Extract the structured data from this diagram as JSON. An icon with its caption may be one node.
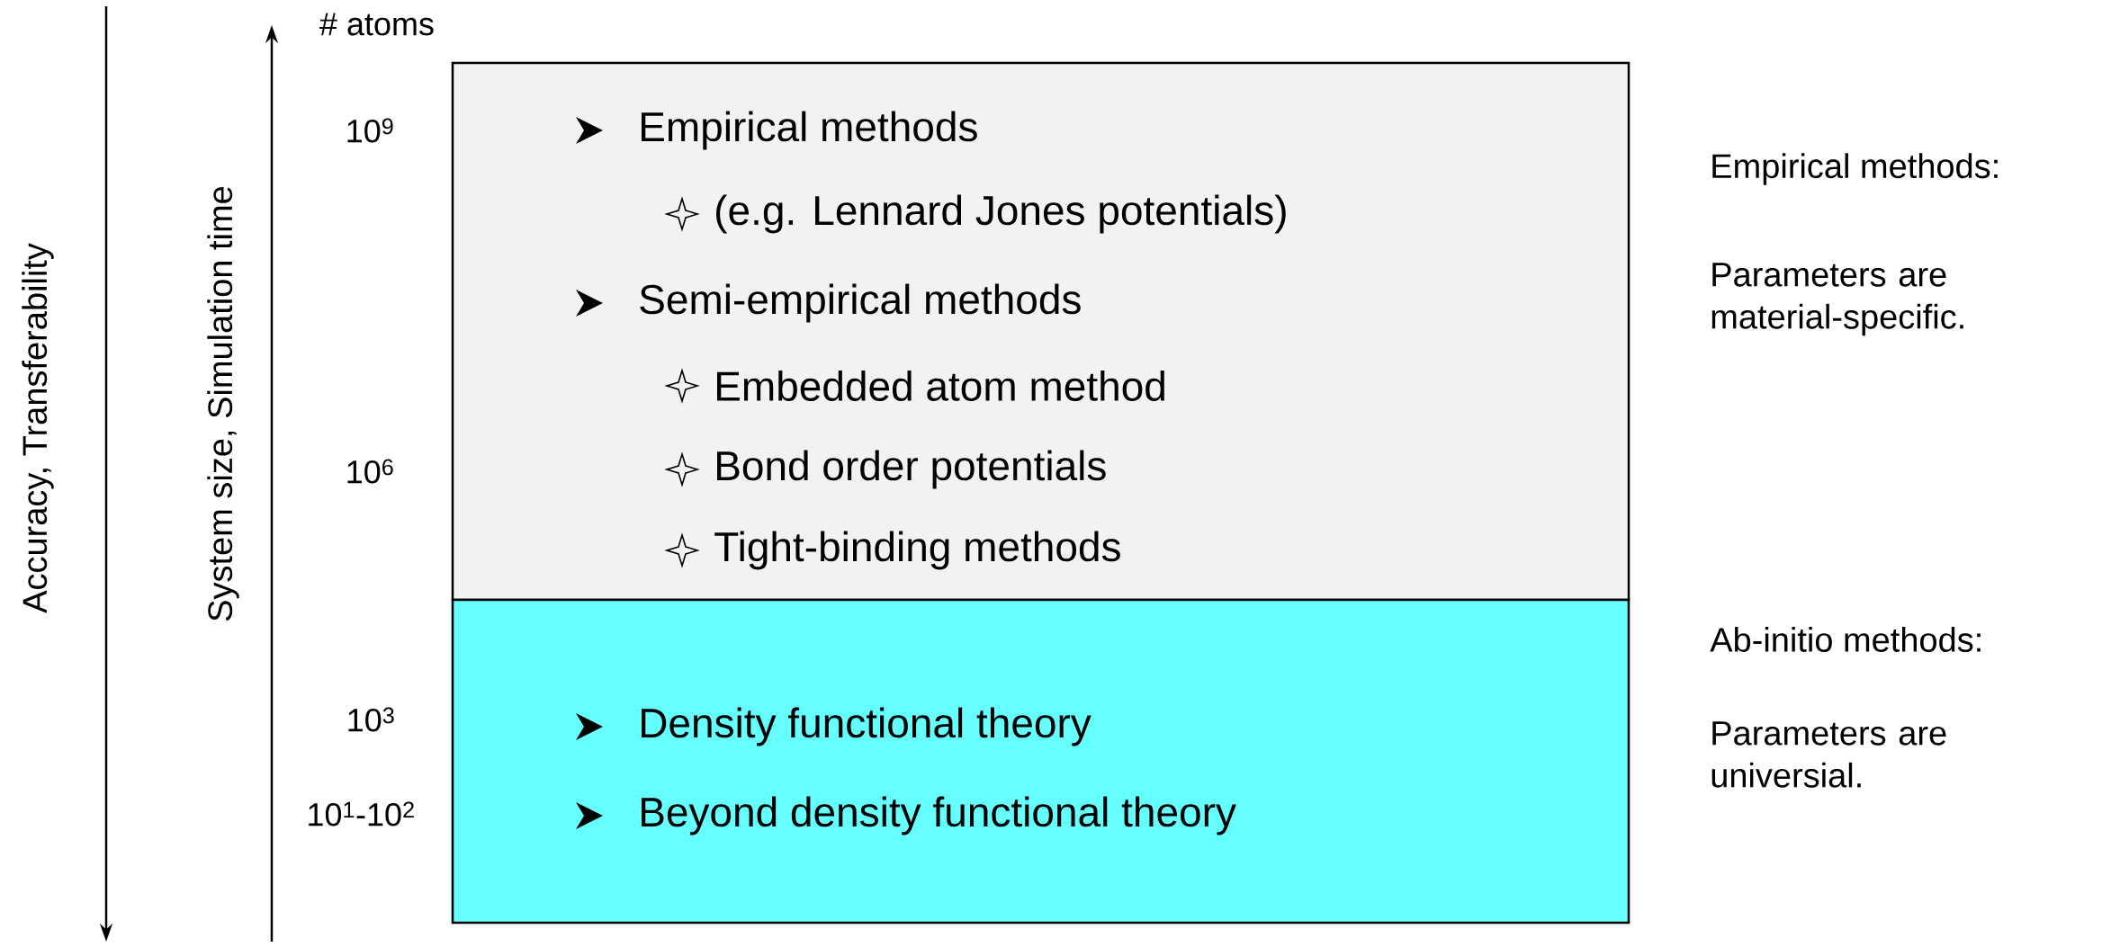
{
  "diagram": {
    "nodes": [
      {
        "text": [
          "Empirical methods",
          "(e.g. Lennard Jones potentials)",
          "Semi-empirical methods",
          "Embedded atom method",
          "Bond order potentials",
          "Tight-binding methods"
        ]
      },
      {
        "text": [
          "Density functional theory",
          "Beyond density functional theory"
        ]
      }
    ],
    "labels": [
      "# atoms",
      "10$^{9}$",
      "10$^{6}$",
      "10$^{3}$",
      "10$^{1}$-10$^{2}$",
      "System size, Simulation time",
      "Accuracy, Transferability",
      "Empirical methods:",
      "Parameters are material-specific.",
      "Ab-initio methods:",
      "Parameters are universial."
    ]
  }
}
